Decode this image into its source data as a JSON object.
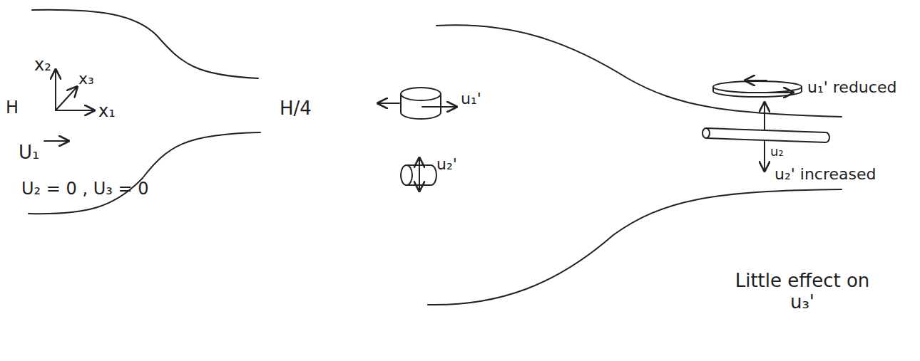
{
  "diagram": {
    "labels": [
      "x₂",
      "x₃",
      "H",
      "x₁",
      "H/4",
      "U₁",
      "u₁'",
      "u₂'",
      "u₁' reduced",
      "U₂ = 0 , U₃ = 0",
      "u₂",
      "u₂' increased",
      "Little effect on u₃'"
    ]
  }
}
